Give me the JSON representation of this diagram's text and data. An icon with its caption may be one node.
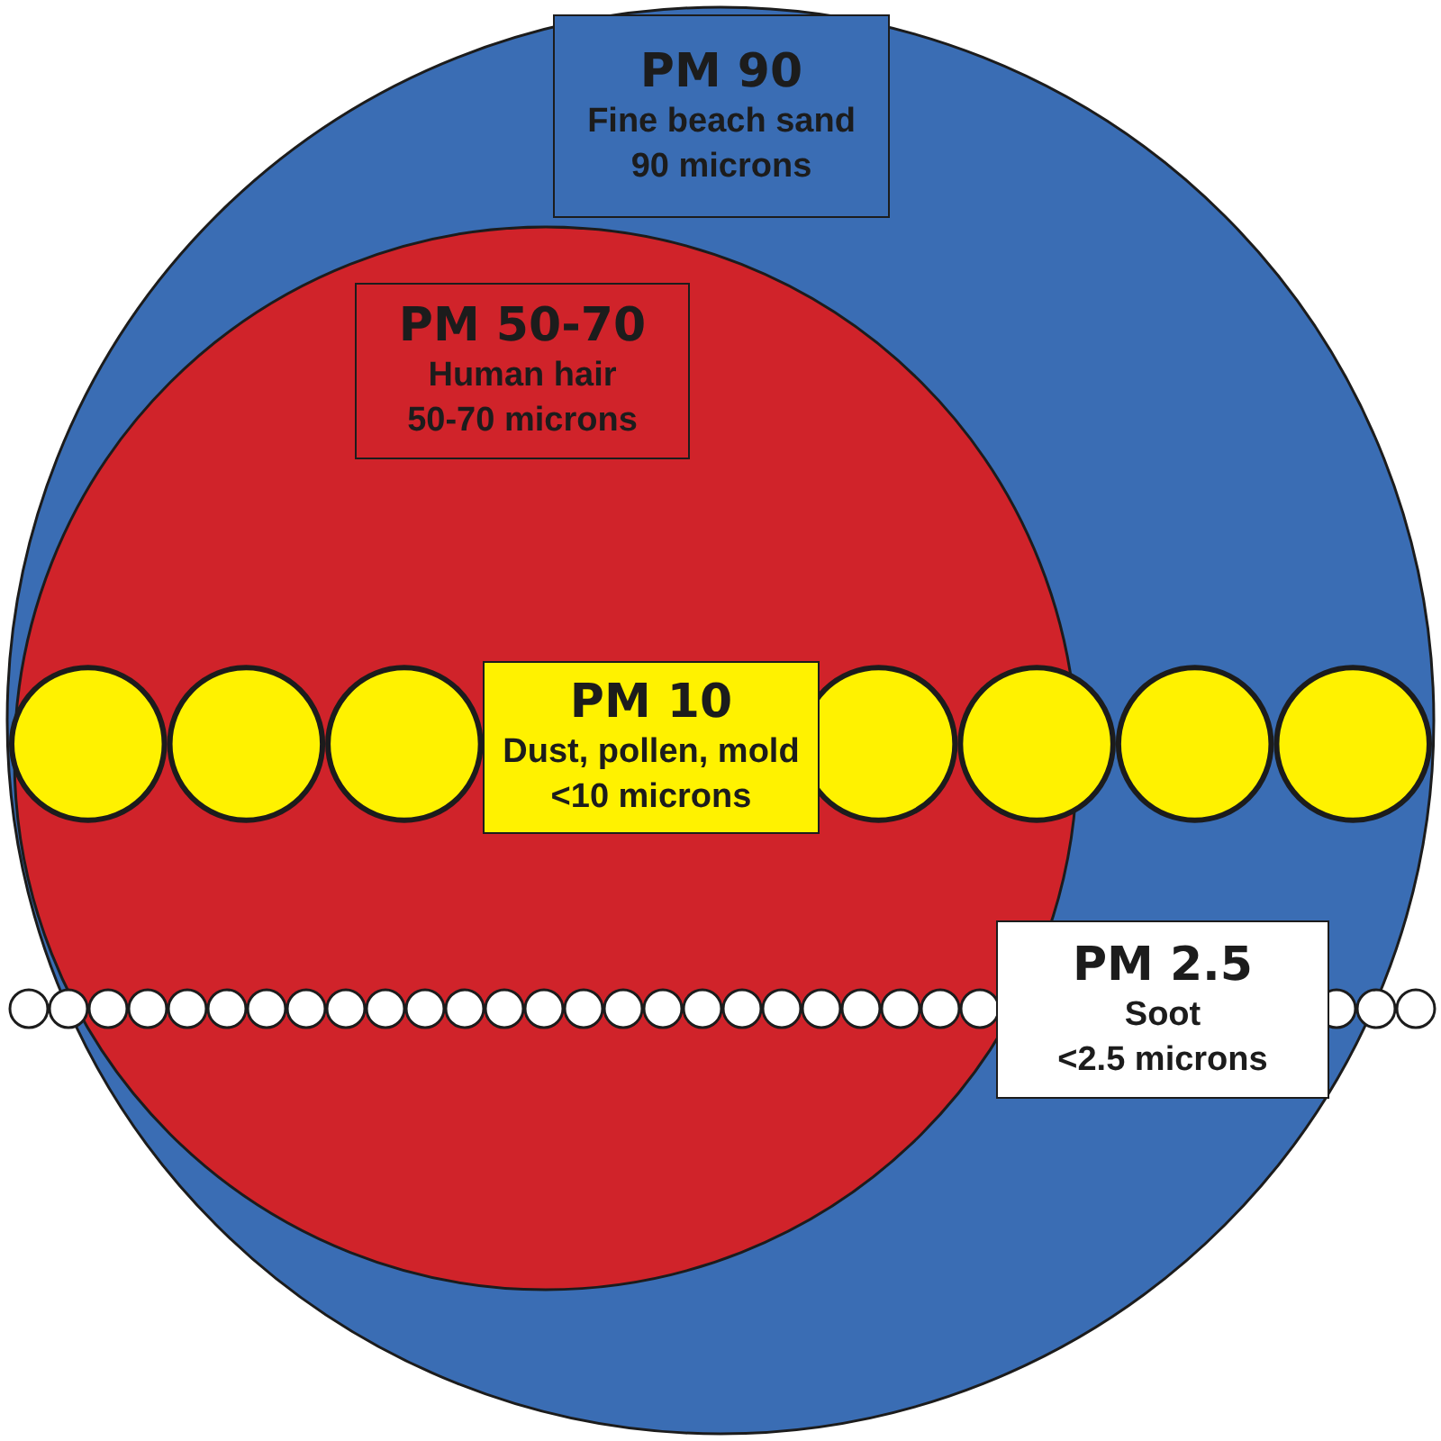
{
  "diagram": {
    "nodes": [
      {
        "text": [
          "PM 90",
          "Fine beach sand",
          "90 microns"
        ]
      },
      {
        "text": [
          "PM 50-70",
          "Human hair",
          "50-70 microns"
        ]
      },
      {
        "text": [
          "PM 10",
          "Dust, pollen, mold",
          "<10 microns"
        ]
      },
      {
        "text": [
          "PM 2.5",
          "Soot",
          "<2.5 microns"
        ]
      }
    ]
  }
}
